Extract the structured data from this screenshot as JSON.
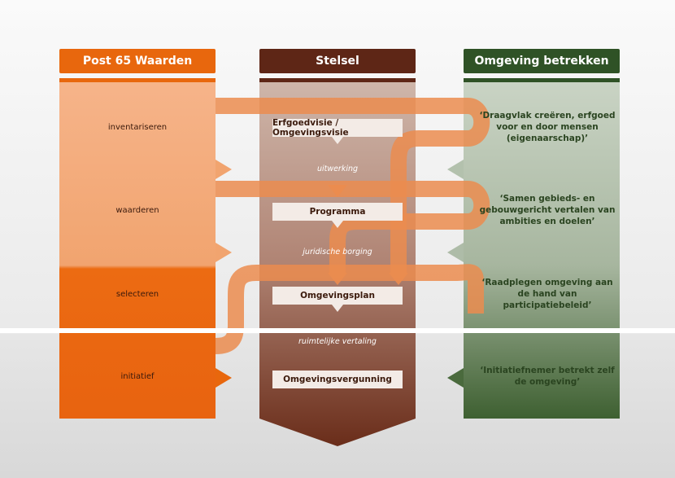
{
  "columns": {
    "left": {
      "title": "Post 65 Waarden"
    },
    "middle": {
      "title": "Stelsel"
    },
    "right": {
      "title": "Omgeving betrekken"
    }
  },
  "left_labels": [
    "inventariseren",
    "waarderen",
    "selecteren",
    "initiatief"
  ],
  "middle_boxes": [
    "Erfgoedvisie / Omgevingsvisie",
    "Programma",
    "Omgevingsplan",
    "Omgevingsvergunning"
  ],
  "middle_connectors": [
    "uitwerking",
    "juridische borging",
    "ruimtelijke vertaling"
  ],
  "right_quotes": [
    "‘Draagvlak creëren, erfgoed voor en door mensen (eigenaarschap)’",
    "‘Samen gebieds- en gebouwgericht vertalen van ambities en doelen’",
    "‘Raadplegen omgeving aan de hand van participatiebeleid’",
    "‘Initiatiefnemer betrekt zelf de omgeving’"
  ],
  "colors": {
    "orange": "#e8670d",
    "brown": "#5e2616",
    "green": "#2f5226",
    "flow": "#eb8c4f"
  }
}
